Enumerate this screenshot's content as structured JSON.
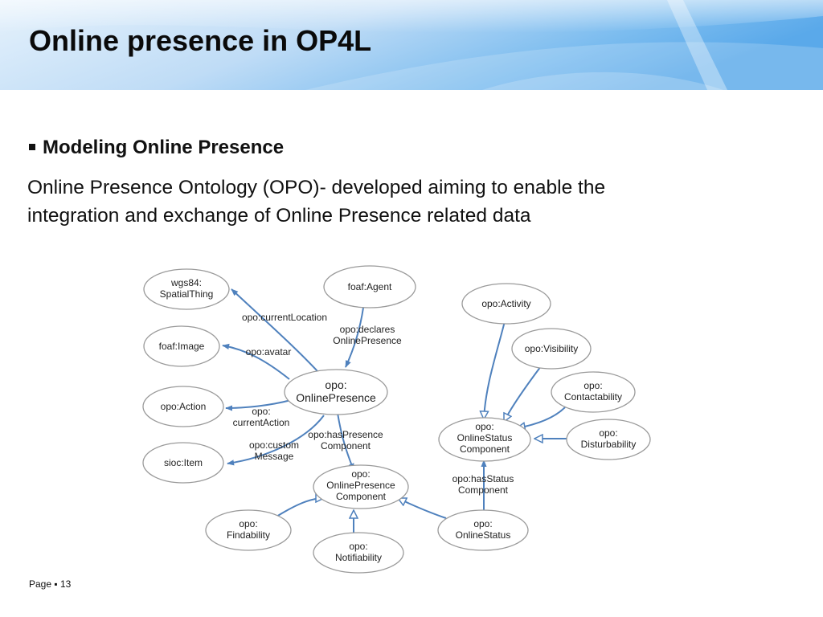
{
  "slide": {
    "title": "Online presence in OP4L",
    "bullet": "Modeling Online Presence",
    "body_lines": [
      "Online Presence Ontology (OPO)- developed aiming to enable the",
      "integration and exchange of Online Presence related data"
    ],
    "footer": "Page ▪ 13"
  },
  "colors": {
    "arrow": "#4f81bd",
    "node_stroke": "#9a9a9a",
    "header_blue": "#4ea2e6"
  },
  "diagram": {
    "nodes": [
      {
        "id": "wgs84",
        "lines": [
          "wgs84:",
          "SpatialThing"
        ]
      },
      {
        "id": "foafagent",
        "lines": [
          "foaf:Agent"
        ]
      },
      {
        "id": "foafimage",
        "lines": [
          "foaf:Image"
        ]
      },
      {
        "id": "opoaction",
        "lines": [
          "opo:Action"
        ]
      },
      {
        "id": "siocitem",
        "lines": [
          "sioc:Item"
        ]
      },
      {
        "id": "onlinepresence",
        "lines": [
          "opo:",
          "OnlinePresence"
        ]
      },
      {
        "id": "opcomponent",
        "lines": [
          "opo:",
          "OnlinePresence",
          "Component"
        ]
      },
      {
        "id": "findability",
        "lines": [
          "opo:",
          "Findability"
        ]
      },
      {
        "id": "notifiability",
        "lines": [
          "opo:",
          "Notifiability"
        ]
      },
      {
        "id": "onlinestatus",
        "lines": [
          "opo:",
          "OnlineStatus"
        ]
      },
      {
        "id": "oscomponent",
        "lines": [
          "opo:",
          "OnlineStatus",
          "Component"
        ]
      },
      {
        "id": "activity",
        "lines": [
          "opo:Activity"
        ]
      },
      {
        "id": "visibility",
        "lines": [
          "opo:Visibility"
        ]
      },
      {
        "id": "contactability",
        "lines": [
          "opo:",
          "Contactability"
        ]
      },
      {
        "id": "disturbability",
        "lines": [
          "opo:",
          "Disturbability"
        ]
      }
    ],
    "edge_labels": [
      {
        "id": "currentlocation",
        "lines": [
          "opo:currentLocation"
        ]
      },
      {
        "id": "declares",
        "lines": [
          "opo:declares",
          "OnlinePresence"
        ]
      },
      {
        "id": "avatar",
        "lines": [
          "opo:avatar"
        ]
      },
      {
        "id": "currentaction",
        "lines": [
          "opo:",
          "currentAction"
        ]
      },
      {
        "id": "haspresence",
        "lines": [
          "opo:hasPresence",
          "Component"
        ]
      },
      {
        "id": "custommessage",
        "lines": [
          "opo:custom",
          "Message"
        ]
      },
      {
        "id": "hasstatus",
        "lines": [
          "opo:hasStatus",
          "Component"
        ]
      }
    ]
  }
}
